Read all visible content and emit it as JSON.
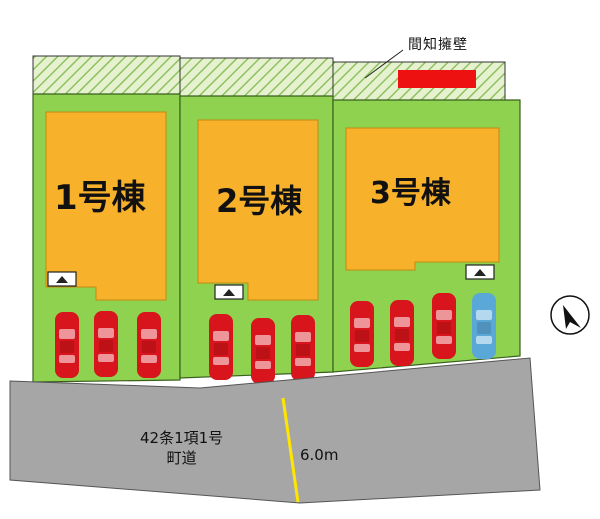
{
  "retaining_wall_label": "間知擁壁",
  "buildings": [
    {
      "label": "1号棟"
    },
    {
      "label": "2号棟"
    },
    {
      "label": "3号棟"
    }
  ],
  "road": {
    "name_line1": "42条1項1号",
    "name_line2": "町道",
    "width": "6.0m"
  },
  "colors": {
    "lot_green": "#8ed24f",
    "building_orange": "#f7b12a",
    "road_gray": "#a6a6a6",
    "hatch_green": "#b8d98a",
    "wall_red": "#ee1111",
    "car_red": "#d8141c",
    "car_blue": "#5aa8d8",
    "width_line_yellow": "#ffe600"
  },
  "icons": [
    "triangle-marker-icon",
    "car-icon",
    "north-arrow-icon"
  ]
}
